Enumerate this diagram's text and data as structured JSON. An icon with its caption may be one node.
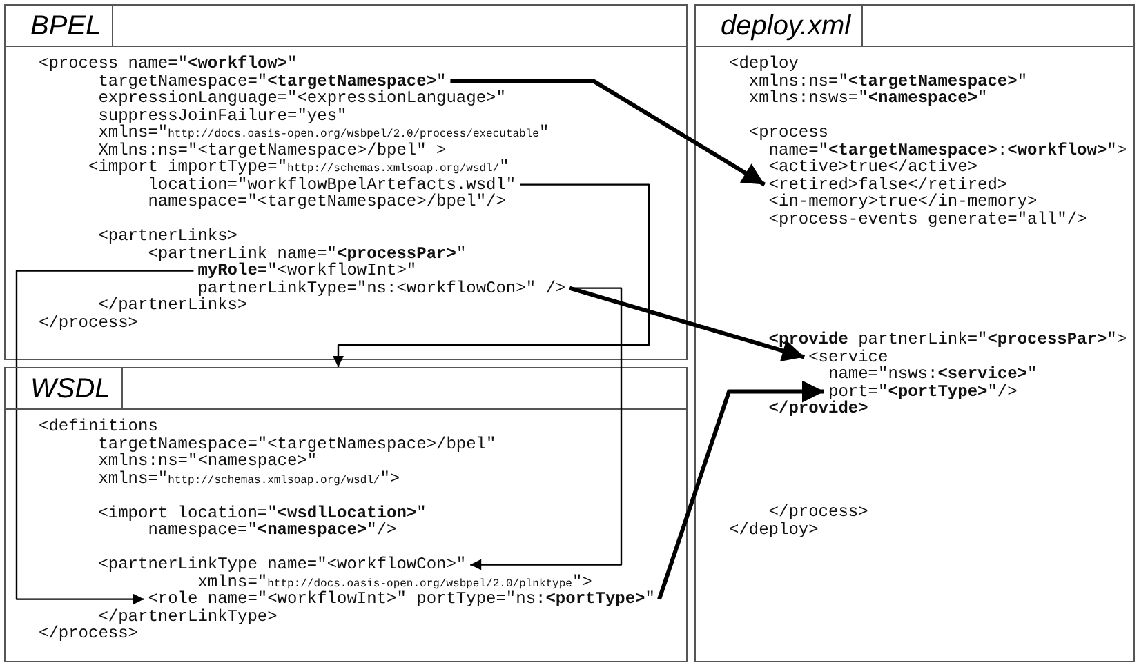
{
  "diagram": {
    "nodes": [
      {
        "text": [
          "BPEL"
        ]
      },
      {
        "text": [
          "<process name=\"**<workflow>**\""
        ],
        "in": 0
      },
      {
        "text": [
          "targetNamespace=\"**<targetNamespace>**\""
        ],
        "in": 0
      },
      {
        "text": [
          "expressionLanguage=\"<expressionLanguage>\""
        ],
        "in": 0
      },
      {
        "text": [
          "suppressJoinFailure=\"yes\""
        ],
        "in": 0
      },
      {
        "text": [
          "xmlns=\"http://docs.oasis-open.org/wsbpel/2.0/process/executable\""
        ],
        "in": 0
      },
      {
        "text": [
          "Xmlns:ns=\"<targetNamespace>/bpel\" >"
        ],
        "in": 0
      },
      {
        "text": [
          "<import importType=\"http://schemas.xmlsoap.org/wsdl/\""
        ],
        "in": 0
      },
      {
        "text": [
          "location=\"workflowBpelArtefacts.wsdl\""
        ],
        "in": 0
      },
      {
        "text": [
          "namespace=\"<targetNamespace>/bpel\"/>"
        ],
        "in": 0
      },
      {
        "text": [
          "<partnerLinks>"
        ],
        "in": 0
      },
      {
        "text": [
          "<partnerLink name=\"**<processPar>**\""
        ],
        "in": 0
      },
      {
        "text": [
          "**myRole**=\"<workflowInt>\""
        ],
        "in": 0
      },
      {
        "text": [
          "partnerLinkType=\"ns:<workflowCon>\" />"
        ],
        "in": 0
      },
      {
        "text": [
          "</partnerLinks>"
        ],
        "in": 0
      },
      {
        "text": [
          "</process>"
        ],
        "in": 0
      },
      {
        "text": [
          "WSDL"
        ]
      },
      {
        "text": [
          "<definitions"
        ],
        "in": 16
      },
      {
        "text": [
          "targetNamespace=\"<targetNamespace>/bpel\""
        ],
        "in": 16
      },
      {
        "text": [
          "xmlns:ns=\"<namespace>\""
        ],
        "in": 16
      },
      {
        "text": [
          "xmlns=\"http://schemas.xmlsoap.org/wsdl/\">"
        ],
        "in": 16
      },
      {
        "text": [
          "<import location=\"**<wsdlLocation>**\""
        ],
        "in": 16
      },
      {
        "text": [
          "namespace=\"**<namespace>**\"/>"
        ],
        "in": 16
      },
      {
        "text": [
          "<partnerLinkType name=\"<workflowCon>\""
        ],
        "in": 16
      },
      {
        "text": [
          "xmlns=\"http://docs.oasis-open.org/wsbpel/2.0/plnktype\">"
        ],
        "in": 16
      },
      {
        "text": [
          "<role name=\"<workflowInt>\" portType=\"ns:**<portType>**\""
        ],
        "in": 16
      },
      {
        "text": [
          "</partnerLinkType>"
        ],
        "in": 16
      },
      {
        "text": [
          "</process>"
        ],
        "in": 16
      },
      {
        "text": [
          "deploy.xml"
        ]
      },
      {
        "text": [
          "<deploy"
        ],
        "in": 28
      },
      {
        "text": [
          "xmlns:ns=\"**<targetNamespace>**\""
        ],
        "in": 28
      },
      {
        "text": [
          "xmlns:nsws=\"**<namespace>**\""
        ],
        "in": 28
      },
      {
        "text": [
          "<process"
        ],
        "in": 28
      },
      {
        "text": [
          "name=\"**<targetNamespace>**:**<workflow>**\">"
        ],
        "in": 28
      },
      {
        "text": [
          "<active>true</active>"
        ],
        "in": 28
      },
      {
        "text": [
          "<retired>false</retired>"
        ],
        "in": 28
      },
      {
        "text": [
          "<in-memory>true</in-memory>"
        ],
        "in": 28
      },
      {
        "text": [
          "<process-events generate=\"all\"/>"
        ],
        "in": 28
      },
      {
        "text": [
          "**<provide** partnerLink=\"**<processPar>**\">"
        ],
        "in": 28
      },
      {
        "text": [
          "<service"
        ],
        "in": 28
      },
      {
        "text": [
          "name=\"nsws:**<service>**\""
        ],
        "in": 28
      },
      {
        "text": [
          "port=\"**<portType>**\"/>"
        ],
        "in": 28
      },
      {
        "text": [
          "**</provide>**"
        ],
        "in": 28
      },
      {
        "text": [
          "</process>"
        ],
        "in": 28
      },
      {
        "text": [
          "</deploy>"
        ],
        "in": 28
      }
    ],
    "edges": [
      {
        "from": 2,
        "to": 35,
        "arrow": "to",
        "style": "thick"
      },
      {
        "from": 13,
        "to": 39,
        "arrow": "to",
        "style": "thick"
      },
      {
        "from": 25,
        "to": 41,
        "arrow": "to",
        "style": "thick"
      },
      {
        "from": 8,
        "to": 16,
        "arrow": "to"
      },
      {
        "from": 13,
        "to": 23,
        "arrow": "to"
      },
      {
        "from": 12,
        "to": 25,
        "arrow": "to"
      }
    ]
  }
}
